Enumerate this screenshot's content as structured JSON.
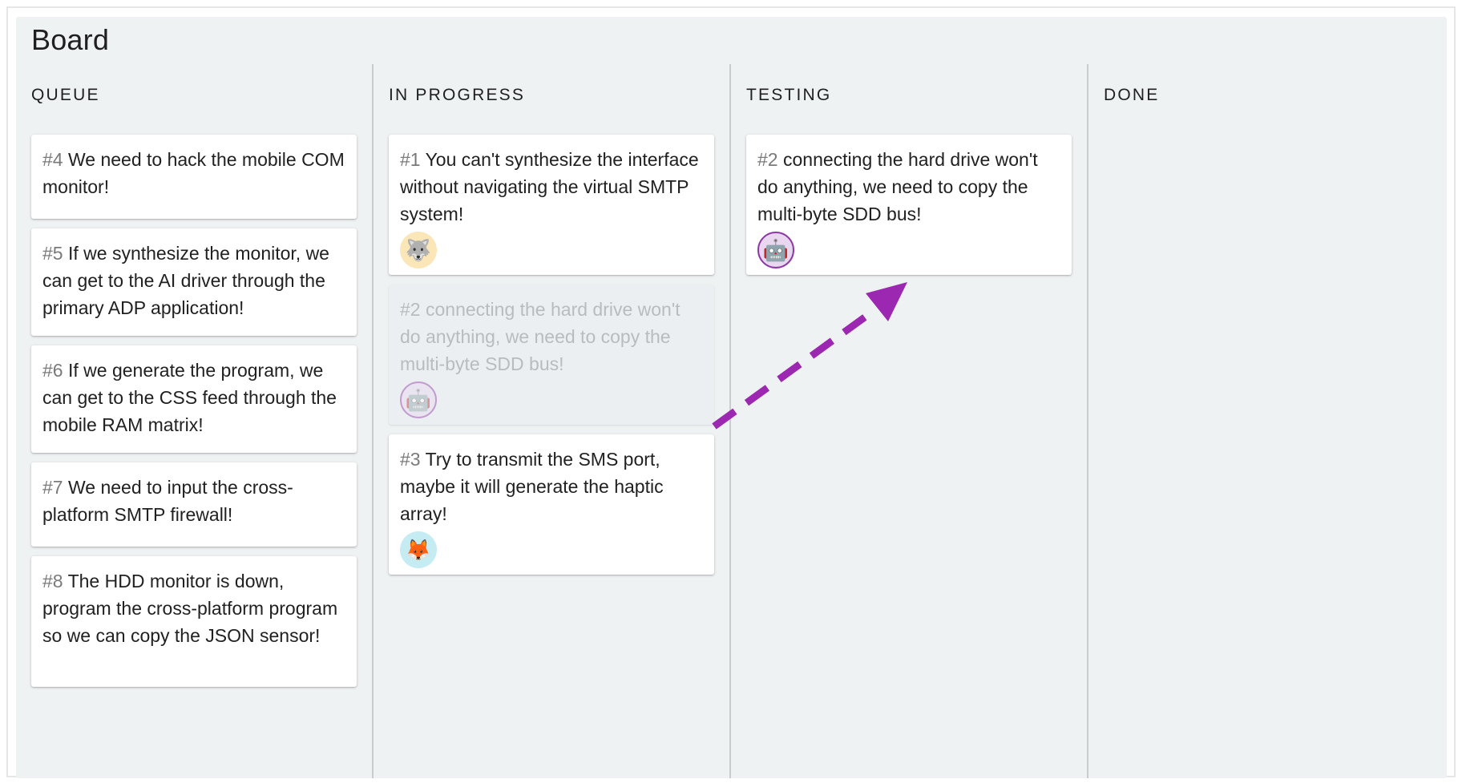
{
  "board": {
    "title": "Board",
    "columns": [
      {
        "title": "QUEUE",
        "cards": [
          {
            "num": "#4",
            "text": "We need to hack the mobile COM monitor!"
          },
          {
            "num": "#5",
            "text": "If we synthesize the monitor, we can get to the AI driver through the primary ADP application!"
          },
          {
            "num": "#6",
            "text": "If we generate the program, we can get to the CSS feed through the mobile RAM matrix!"
          },
          {
            "num": "#7",
            "text": "We need to input the cross-platform SMTP firewall!"
          },
          {
            "num": "#8",
            "text": "The HDD monitor is down, program the cross-platform program so we can copy the JSON sensor!"
          }
        ]
      },
      {
        "title": "IN PROGRESS",
        "cards": [
          {
            "num": "#1",
            "text": "You can't synthesize the interface without navigating the virtual SMTP system!",
            "avatar": "wolf-avatar"
          },
          {
            "num": "#2",
            "text": "connecting the hard drive won't do anything, we need to copy the multi-byte SDD bus!",
            "avatar": "robot-avatar",
            "state": "drag-placeholder"
          },
          {
            "num": "#3",
            "text": "Try to transmit the SMS port, maybe it will generate the haptic array!",
            "avatar": "fox-avatar"
          }
        ]
      },
      {
        "title": "TESTING",
        "cards": [
          {
            "num": "#2",
            "text": "connecting the hard drive won't do anything, we need to copy the multi-byte SDD bus!",
            "avatar": "robot-avatar"
          }
        ]
      },
      {
        "title": "DONE",
        "cards": []
      }
    ]
  },
  "avatars": {
    "wolf": "🐺",
    "robot": "🤖",
    "fox": "🦊"
  },
  "colors": {
    "board_bg": "#eff2f3",
    "card_bg": "#ffffff",
    "arrow": "#9c27b0",
    "card_number": "#7a7a7a"
  }
}
